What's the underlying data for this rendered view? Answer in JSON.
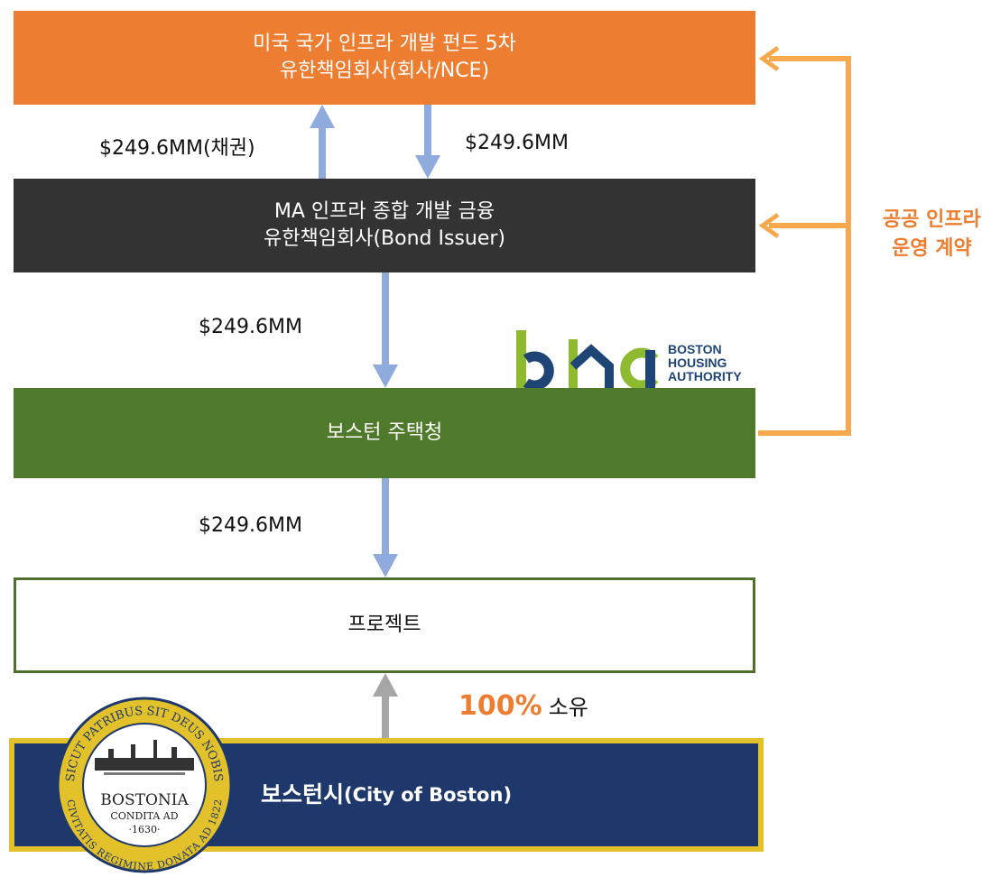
{
  "nodes": {
    "nce": {
      "line1": "미국 국가 인프라 개발 펀드 5차",
      "line2": "유한책임회사(회사/NCE)"
    },
    "issuer": {
      "line1": "MA 인프라 종합 개발 금융",
      "line2": "유한책임회사(Bond Issuer)"
    },
    "bha": {
      "label": "보스턴 주택청"
    },
    "project": {
      "label": "프로젝트"
    },
    "city": {
      "label": "보스턴시",
      "label_en": "(City of Boston)"
    }
  },
  "flows": {
    "bond_up": "$249.6MM(채권)",
    "loan_down": "$249.6MM",
    "issuer_to_bha": "$249.6MM",
    "bha_to_project": "$249.6MM",
    "ownership_pct": "100%",
    "ownership_label": "소유",
    "contract": {
      "line1": "공공 인프라",
      "line2": "운영 계약"
    }
  },
  "logos": {
    "bha": {
      "mark": "bha",
      "line1": "BOSTON",
      "line2": "HOUSING",
      "line3": "AUTHORITY"
    },
    "seal": {
      "top": "SICUT PATRIBUS SIT DEUS NOBIS",
      "bottom": "CIVITATIS REGIMINE DONATA AD 1822",
      "name": "BOSTONIA",
      "sub": "CONDITA AD",
      "year": "·1630·"
    }
  },
  "colors": {
    "orange": "#ED7D31",
    "dark": "#333333",
    "green": "#4F7A2B",
    "navy": "#1F386B",
    "gold": "#E2C12A",
    "arrow_blue": "#8FAADC",
    "loop_orange": "#F8A94E"
  }
}
